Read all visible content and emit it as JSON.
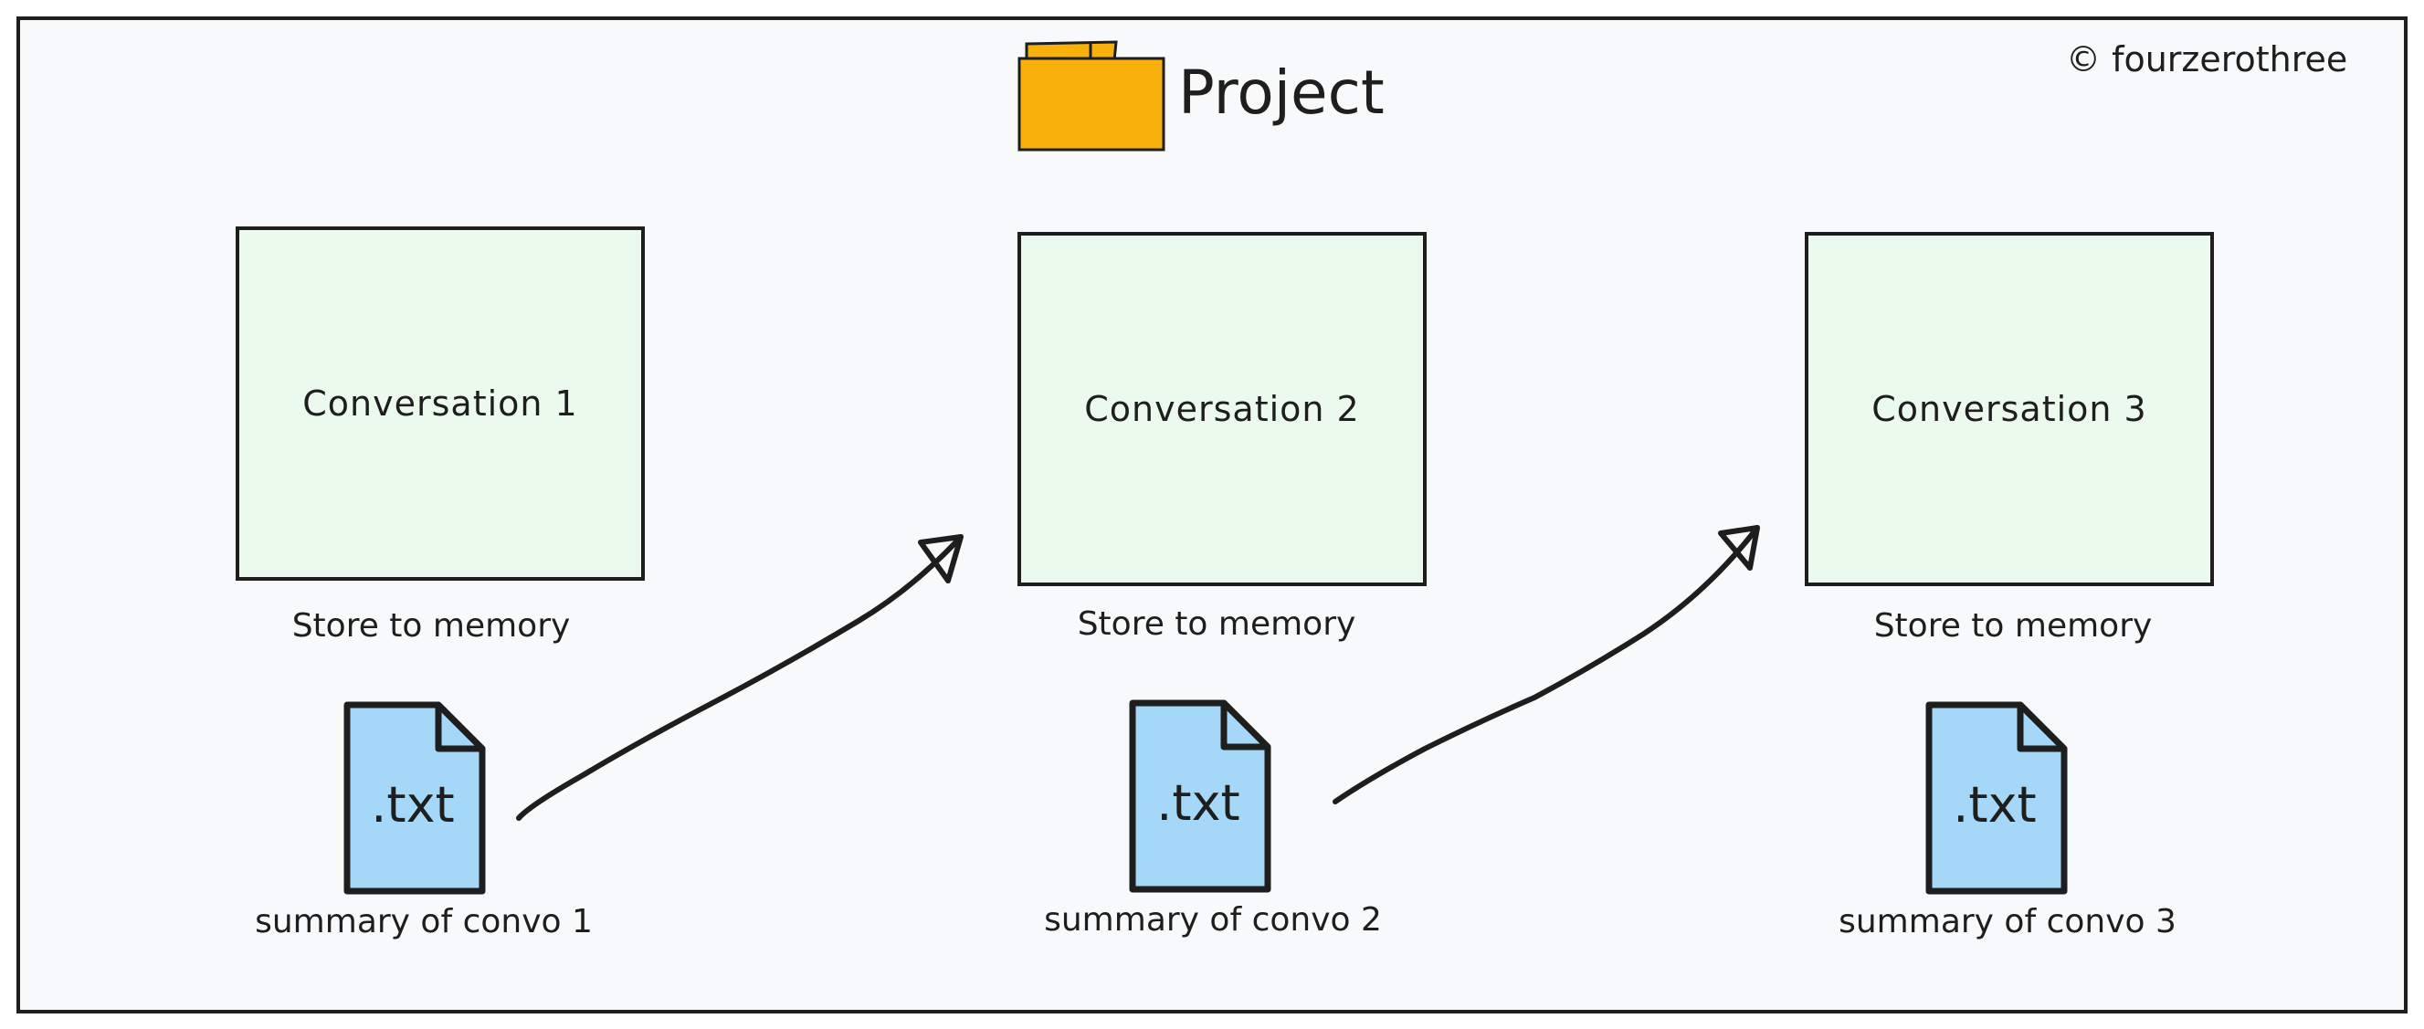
{
  "title": "Project",
  "copyright": "© fourzerothree",
  "conversations": [
    {
      "label": "Conversation 1",
      "store_label": "Store to memory",
      "file_label": ".txt",
      "summary_label": "summary of convo 1"
    },
    {
      "label": "Conversation 2",
      "store_label": "Store to memory",
      "file_label": ".txt",
      "summary_label": "summary of convo 2"
    },
    {
      "label": "Conversation 3",
      "store_label": "Store to memory",
      "file_label": ".txt",
      "summary_label": "summary of convo 3"
    }
  ],
  "colors": {
    "background": "#f8f9fa",
    "conversation_fill": "#ebfaec",
    "file_fill": "#a5d8f8",
    "folder_fill": "#f8b00b",
    "stroke": "#1e1e1e"
  },
  "icons": [
    "folder-icon",
    "text-file-icon",
    "arrow-icon"
  ]
}
